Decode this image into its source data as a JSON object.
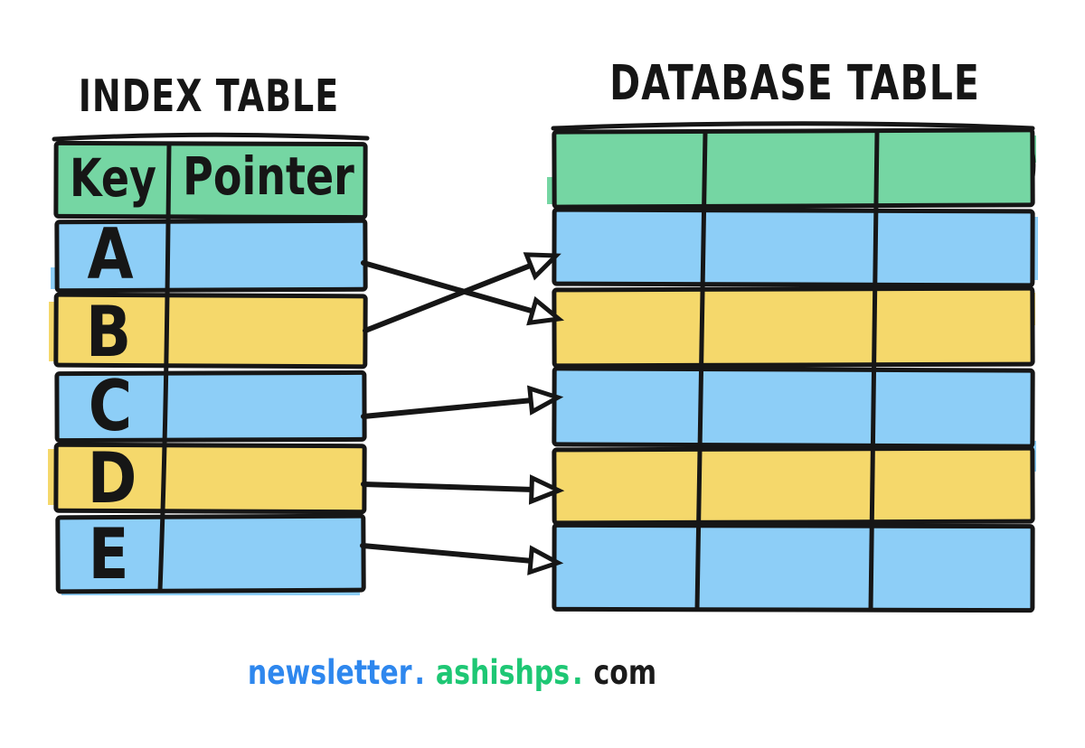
{
  "index_table": {
    "title": "INDEX TABLE",
    "headers": [
      {
        "label": "Key"
      },
      {
        "label": "Pointer"
      }
    ],
    "rows": [
      {
        "key": "A",
        "color": "blue"
      },
      {
        "key": "B",
        "color": "yellow"
      },
      {
        "key": "C",
        "color": "blue"
      },
      {
        "key": "D",
        "color": "yellow"
      },
      {
        "key": "E",
        "color": "blue"
      }
    ]
  },
  "database_table": {
    "title": "DATABASE TABLE",
    "columns": 3,
    "rows": [
      {
        "role": "header",
        "color": "green"
      },
      {
        "role": "data",
        "color": "blue"
      },
      {
        "role": "data",
        "color": "yellow"
      },
      {
        "role": "data",
        "color": "blue"
      },
      {
        "role": "data",
        "color": "yellow"
      },
      {
        "role": "data",
        "color": "blue"
      }
    ]
  },
  "arrows": [
    {
      "from_key": "A",
      "to_database_row": 2
    },
    {
      "from_key": "B",
      "to_database_row": 1
    },
    {
      "from_key": "C",
      "to_database_row": 3
    },
    {
      "from_key": "D",
      "to_database_row": 4
    },
    {
      "from_key": "E",
      "to_database_row": 5
    }
  ],
  "footer": {
    "parts": [
      {
        "text": "newsletter",
        "color": "#2E87EE"
      },
      {
        "text": ".",
        "color": "#2E87EE"
      },
      {
        "text": "ashishps",
        "color": "#1EC774"
      },
      {
        "text": ".",
        "color": "#1EC774"
      },
      {
        "text": "com",
        "color": "#1B1B1B"
      }
    ]
  },
  "colors": {
    "green": "#75D6A3",
    "blue": "#8DCEF7",
    "yellow": "#F5D86B",
    "ink": "#161616",
    "background": "#FFFFFF"
  }
}
